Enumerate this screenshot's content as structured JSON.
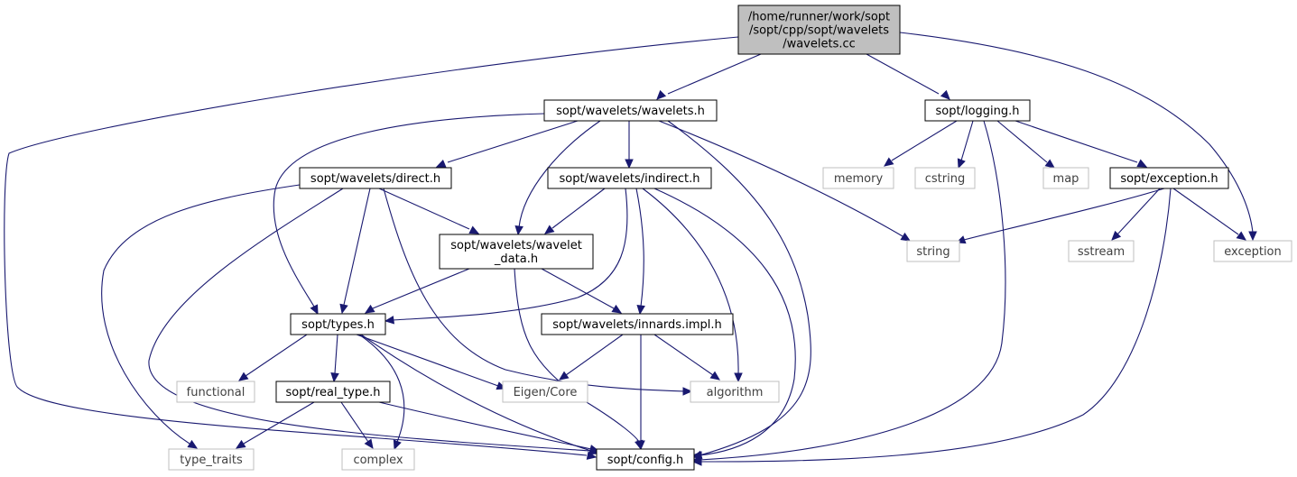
{
  "nodes": {
    "root": [
      "/home/runner/work/sopt",
      "/sopt/cpp/sopt/wavelets",
      "/wavelets.cc"
    ],
    "wavelets_h": [
      "sopt/wavelets/wavelets.h"
    ],
    "logging_h": [
      "sopt/logging.h"
    ],
    "direct_h": [
      "sopt/wavelets/direct.h"
    ],
    "indirect_h": [
      "sopt/wavelets/indirect.h"
    ],
    "memory": [
      "memory"
    ],
    "cstring": [
      "cstring"
    ],
    "map": [
      "map"
    ],
    "exception_h": [
      "sopt/exception.h"
    ],
    "wavelet_data_h": [
      "sopt/wavelets/wavelet",
      "_data.h"
    ],
    "string": [
      "string"
    ],
    "sstream": [
      "sstream"
    ],
    "exception": [
      "exception"
    ],
    "types_h": [
      "sopt/types.h"
    ],
    "innards_h": [
      "sopt/wavelets/innards.impl.h"
    ],
    "functional": [
      "functional"
    ],
    "real_type_h": [
      "sopt/real_type.h"
    ],
    "eigen_core": [
      "Eigen/Core"
    ],
    "algorithm": [
      "algorithm"
    ],
    "type_traits": [
      "type_traits"
    ],
    "complex": [
      "complex"
    ],
    "config_h": [
      "sopt/config.h"
    ]
  }
}
